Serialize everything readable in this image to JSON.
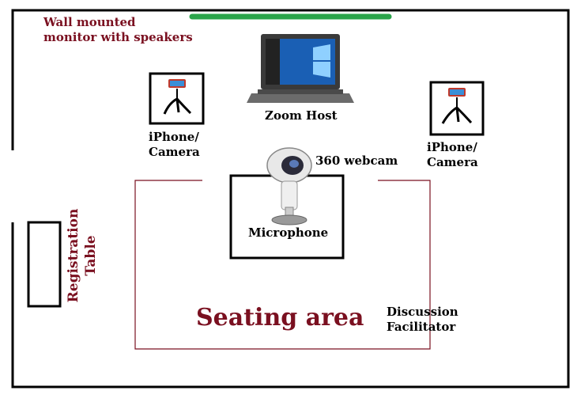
{
  "labels": {
    "wall_monitor": "Wall mounted\nmonitor with speakers",
    "zoom_host": "Zoom Host",
    "iphone_left": "iPhone/\nCamera",
    "iphone_right": "iPhone/\nCamera",
    "webcam": "360 webcam",
    "microphone": "Microphone",
    "registration_line1": "Registration",
    "registration_line2": "Table",
    "seating_area": "Seating area",
    "facilitator": "Discussion\nFacilitator"
  },
  "colors": {
    "wall": "#000000",
    "seating_border": "#7a1020",
    "monitor_bar": "#2aa44a",
    "label_accent": "#7a1020"
  },
  "icons": {
    "laptop": "laptop-icon",
    "tripod_phone": "tripod-phone-icon",
    "webcam": "webcam-360-icon"
  }
}
